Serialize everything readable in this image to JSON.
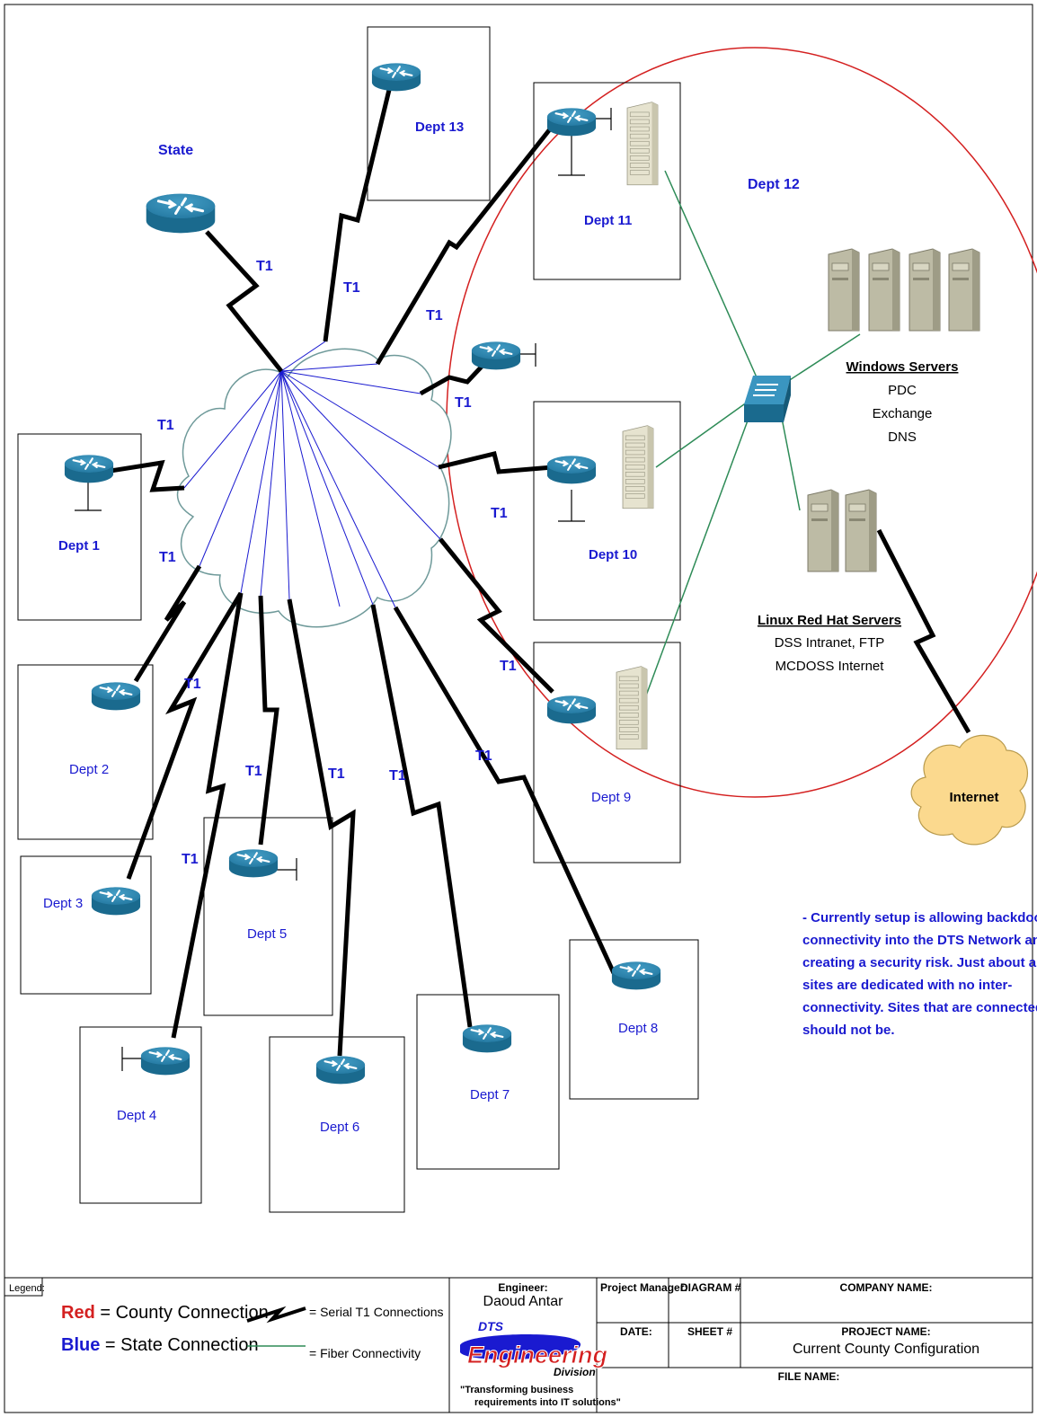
{
  "diagram": {
    "state_label": "State",
    "dept12_label": "Dept 12",
    "link_label": "T1",
    "departments": {
      "d1": "Dept 1",
      "d2": "Dept 2",
      "d3": "Dept 3",
      "d4": "Dept 4",
      "d5": "Dept 5",
      "d6": "Dept 6",
      "d7": "Dept 7",
      "d8": "Dept 8",
      "d9": "Dept 9",
      "d10": "Dept 10",
      "d11": "Dept 11",
      "d13": "Dept 13"
    },
    "windows_servers": {
      "title": "Windows Servers",
      "lines": [
        "PDC",
        "Exchange",
        "DNS"
      ]
    },
    "linux_servers": {
      "title": "Linux Red Hat Servers",
      "lines": [
        "DSS Intranet, FTP",
        "MCDOSS Internet"
      ]
    },
    "internet_label": "Internet",
    "note_lines": [
      "- Currently setup is allowing backdoor",
      "connectivity into the DTS Network and is",
      "creating a security risk. Just about all",
      "sites are dedicated with no inter-",
      "connectivity. Sites that are connected",
      "should not be."
    ],
    "colors": {
      "county": "#d42020",
      "state": "#1a1ad0",
      "fiber": "#2e8b57",
      "router": "#2a7fa8"
    }
  },
  "legend": {
    "title": "Legend:",
    "red_word": "Red",
    "red_rest": " = County Connection",
    "blue_word": "Blue",
    "blue_rest": " = State Connection",
    "serial": "= Serial T1 Connections",
    "fiber": "= Fiber Connectivity"
  },
  "title_block": {
    "engineer_label": "Engineer:",
    "engineer_name": "Daoud Antar",
    "logo_dts": "DTS",
    "logo_engineering": "Engineering",
    "logo_division": "Division",
    "tagline_1": "\"Transforming business",
    "tagline_2": "requirements into IT solutions\"",
    "project_manager_label": "Project Manager:",
    "diagram_no_label": "DIAGRAM #",
    "company_name_label": "COMPANY NAME:",
    "date_label": "DATE:",
    "sheet_no_label": "SHEET #",
    "project_name_label": "PROJECT NAME:",
    "project_name": "Current County Configuration",
    "file_name_label": "FILE NAME:"
  }
}
